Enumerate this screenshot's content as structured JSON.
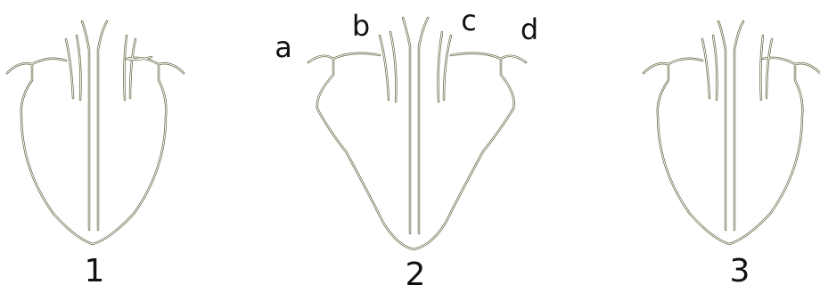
{
  "figures": [
    {
      "number": "1"
    },
    {
      "number": "2",
      "labels": [
        "a",
        "b",
        "c",
        "d"
      ]
    },
    {
      "number": "3"
    }
  ],
  "colors": {
    "outline": "#5f5f3c",
    "background": "#ffffff",
    "text": "#111111"
  }
}
